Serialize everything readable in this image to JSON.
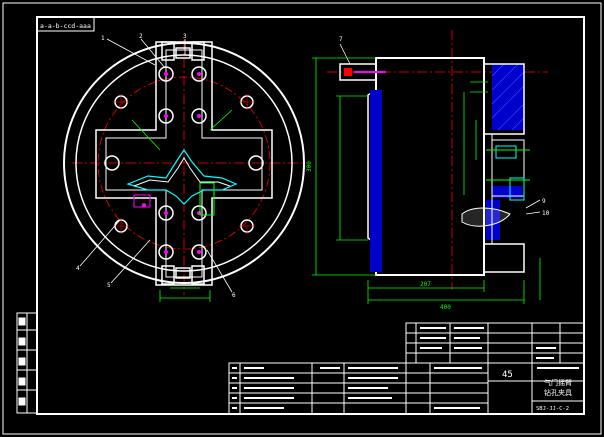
{
  "drawing": {
    "header_code": "a-a-b-ccd-aaa",
    "part_numbers": [
      "1",
      "2",
      "3",
      "4",
      "5",
      "6"
    ],
    "side_label": "7",
    "side_right_labels": [
      "9",
      "10"
    ],
    "dimensions": {
      "vertical_left": "300",
      "horizontal_bottom_1": "207",
      "horizontal_bottom_2": "400"
    },
    "title_block": {
      "material": "45",
      "title_line1": "气门摇臂",
      "title_line2": "钻孔夹具",
      "drawing_number": "SBJ-JJ-C-2"
    },
    "colors": {
      "background": "#000000",
      "frame": "#ffffff",
      "contour": "#ffffff",
      "center_line": "#ff0000",
      "dimension": "#00ff00",
      "cyan_detail": "#00ffff",
      "red_detail": "#ff00ff",
      "hatch": "#0000ff"
    }
  }
}
